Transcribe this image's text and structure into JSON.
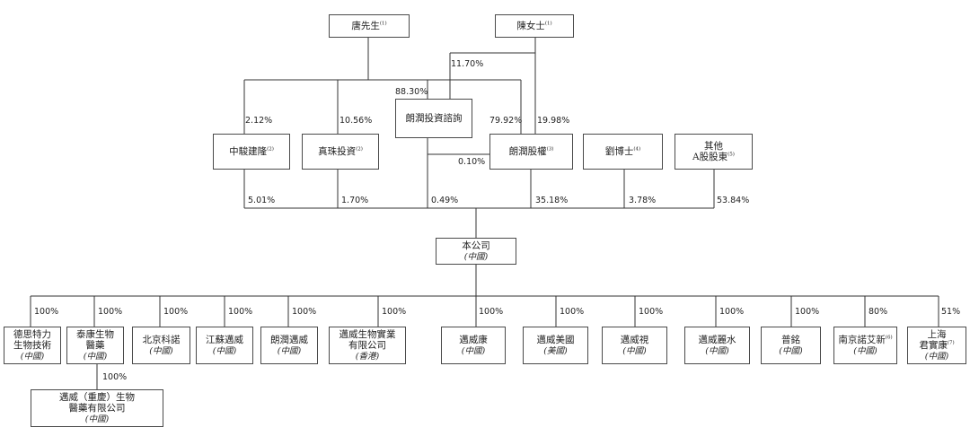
{
  "entities": {
    "tang": {
      "name": "唐先生",
      "note": "(1)"
    },
    "chen": {
      "name": "陳女士",
      "note": "(1)"
    },
    "consult": {
      "name": "朗潤投資諮詢"
    },
    "zhongjun": {
      "name": "中駿建隆",
      "note": "(2)"
    },
    "zhenzhu": {
      "name": "真珠投資",
      "note": "(2)"
    },
    "langrun": {
      "name": "朗潤股權",
      "note": "(3)"
    },
    "liu": {
      "name": "劉博士",
      "note": "(4)"
    },
    "others": {
      "name": "其他",
      "name2": "A股股東",
      "note": "(5)"
    },
    "company": {
      "name": "本公司",
      "sub": "(中國)"
    },
    "s1": {
      "name": "德思特力",
      "name2": "生物技術",
      "sub": "(中國)"
    },
    "s2": {
      "name": "泰康生物",
      "name2": "醫藥",
      "sub": "(中國)"
    },
    "s3": {
      "name": "北京科諾",
      "sub": "(中國)"
    },
    "s4": {
      "name": "江蘇邁威",
      "sub": "(中國)"
    },
    "s5": {
      "name": "朗潤邁威",
      "sub": "(中國)"
    },
    "s6": {
      "name": "邁威生物實業",
      "name2": "有限公司",
      "sub": "(香港)"
    },
    "s7": {
      "name": "邁威康",
      "sub": "(中國)"
    },
    "s8": {
      "name": "邁威美國",
      "sub": "(美國)"
    },
    "s9": {
      "name": "邁威視",
      "sub": "(中國)"
    },
    "s10": {
      "name": "邁威麗水",
      "sub": "(中國)"
    },
    "s11": {
      "name": "普銘",
      "sub": "(中國)"
    },
    "s12": {
      "name": "南京諾艾新",
      "note": "(6)",
      "sub": "(中國)"
    },
    "s13": {
      "name": "上海",
      "name2": "君實康",
      "note": "(7)",
      "sub": "(中國)"
    },
    "s2a": {
      "name": "邁威（重慶）生物",
      "name2": "醫藥有限公司",
      "sub": "(中國)"
    }
  },
  "percentages": {
    "tang_to_chen_link": "11.70%",
    "tang_to_consult": "88.30%",
    "tang_to_zhongjun": "2.12%",
    "tang_to_zhenzhu": "10.56%",
    "consult_to_langrun": "79.92%",
    "chen_to_langrun": "19.98%",
    "consult_to_langrun_small": "0.10%",
    "zhongjun_to_company": "5.01%",
    "zhenzhu_to_company": "1.70%",
    "consult_to_company": "0.49%",
    "langrun_to_company": "35.18%",
    "liu_to_company": "3.78%",
    "others_to_company": "53.84%",
    "s1": "100%",
    "s2": "100%",
    "s3": "100%",
    "s4": "100%",
    "s5": "100%",
    "s6": "100%",
    "s7": "100%",
    "s8": "100%",
    "s9": "100%",
    "s10": "100%",
    "s11": "100%",
    "s12": "80%",
    "s13": "51%",
    "s2a": "100%"
  },
  "colors": {
    "line": "#333333",
    "border": "#4a4a4a",
    "text": "#222222"
  }
}
